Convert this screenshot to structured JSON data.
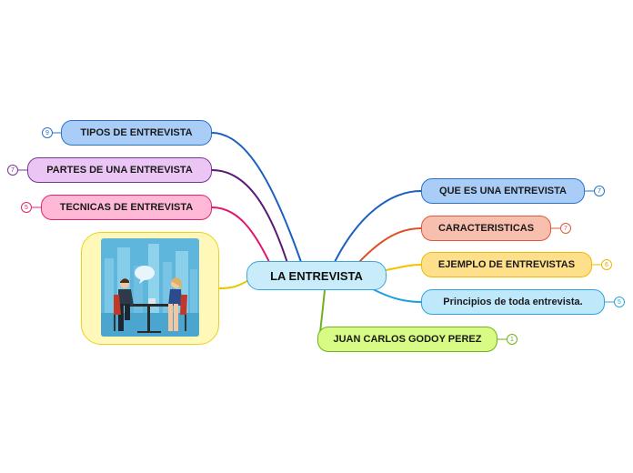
{
  "center": {
    "label": "LA ENTREVISTA"
  },
  "left_nodes": [
    {
      "label": "TIPOS DE ENTREVISTA",
      "count": "9",
      "fill": "#a9cdf7",
      "border": "#2a73c9",
      "line": "#1b5fbf"
    },
    {
      "label": "PARTES DE UNA ENTREVISTA",
      "count": "7",
      "fill": "#ebc6f5",
      "border": "#7a3696",
      "line": "#5b1a74"
    },
    {
      "label": "TECNICAS DE ENTREVISTA",
      "count": "5",
      "fill": "#ffb8d6",
      "border": "#e0266f",
      "line": "#e0186c"
    }
  ],
  "right_nodes": [
    {
      "label": "QUE ES UNA ENTREVISTA",
      "count": "7",
      "fill": "#a9cdf7",
      "border": "#2a73c9",
      "line": "#1b5fbf"
    },
    {
      "label": "CARACTERISTICAS",
      "count": "7",
      "fill": "#f9bfae",
      "border": "#e0573a",
      "line": "#e04f24"
    },
    {
      "label": "EJEMPLO DE ENTREVISTAS",
      "count": "6",
      "fill": "#ffe08a",
      "border": "#f0b800",
      "line": "#f2c200"
    },
    {
      "label": "Principios de toda entrevista.",
      "count": "5",
      "fill": "#bfe9fb",
      "border": "#2aa4dc",
      "line": "#1fa0e0"
    },
    {
      "label": "JUAN CARLOS GODOY PEREZ",
      "count": "1",
      "fill": "#d7fb84",
      "border": "#6fb21a",
      "line": "#6fb21a"
    }
  ],
  "image_node": {
    "fill": "#fff8b8",
    "border": "#e8d21a",
    "line": "#e8c800"
  }
}
